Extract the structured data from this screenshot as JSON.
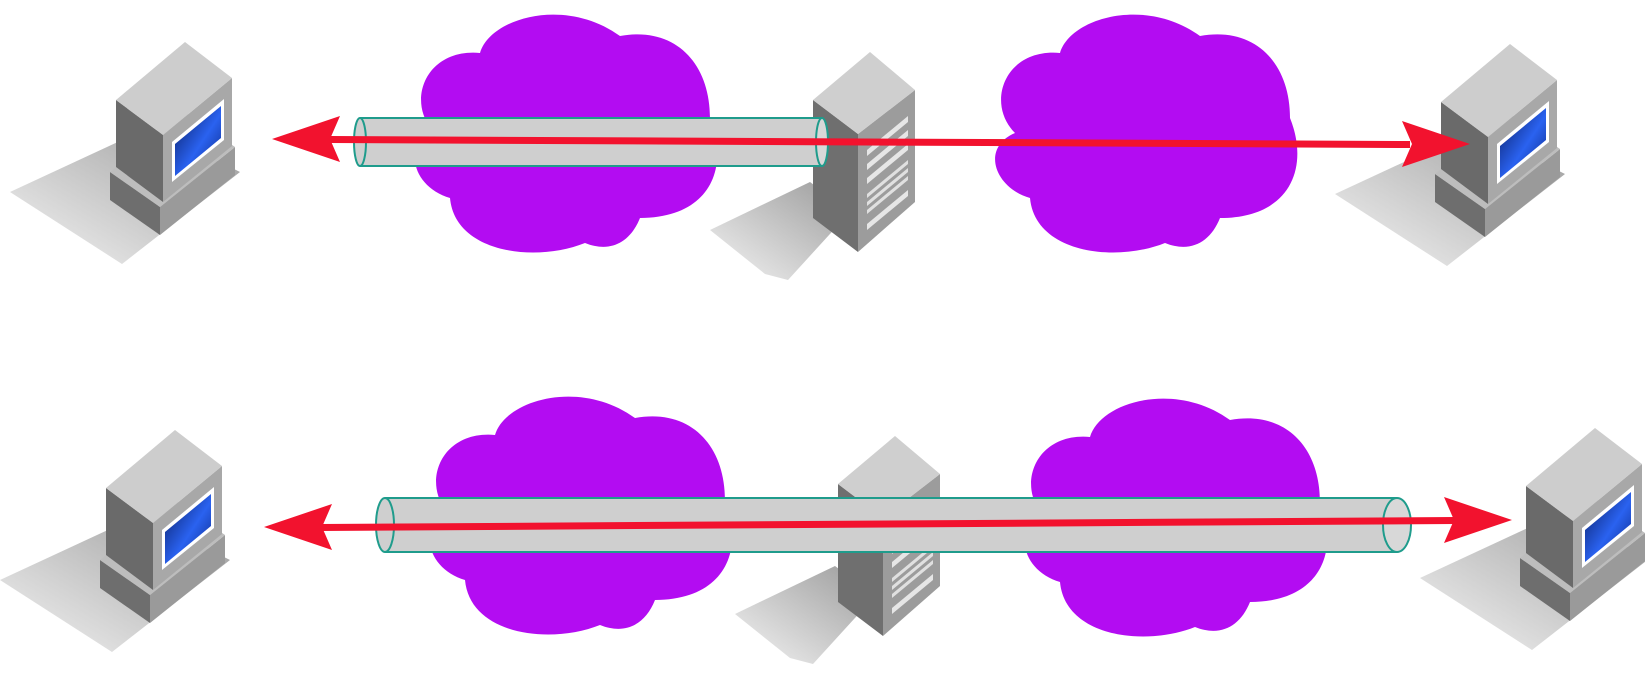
{
  "diagram": {
    "rows": [
      {
        "id": "top",
        "tunnel_span": "client-to-gateway",
        "nodes": [
          "left-computer",
          "network-cloud-left",
          "gateway-server",
          "network-cloud-right",
          "right-computer"
        ]
      },
      {
        "id": "bottom",
        "tunnel_span": "end-to-end",
        "nodes": [
          "left-computer",
          "network-cloud-left",
          "gateway-server",
          "network-cloud-right",
          "right-computer"
        ]
      }
    ],
    "colors": {
      "cloud": "#b30cf2",
      "arrow": "#f2122e",
      "tunnel_fill": "#cfcfcf",
      "tunnel_edge": "#1f9c8c",
      "screen": "#1a4fd6"
    }
  }
}
